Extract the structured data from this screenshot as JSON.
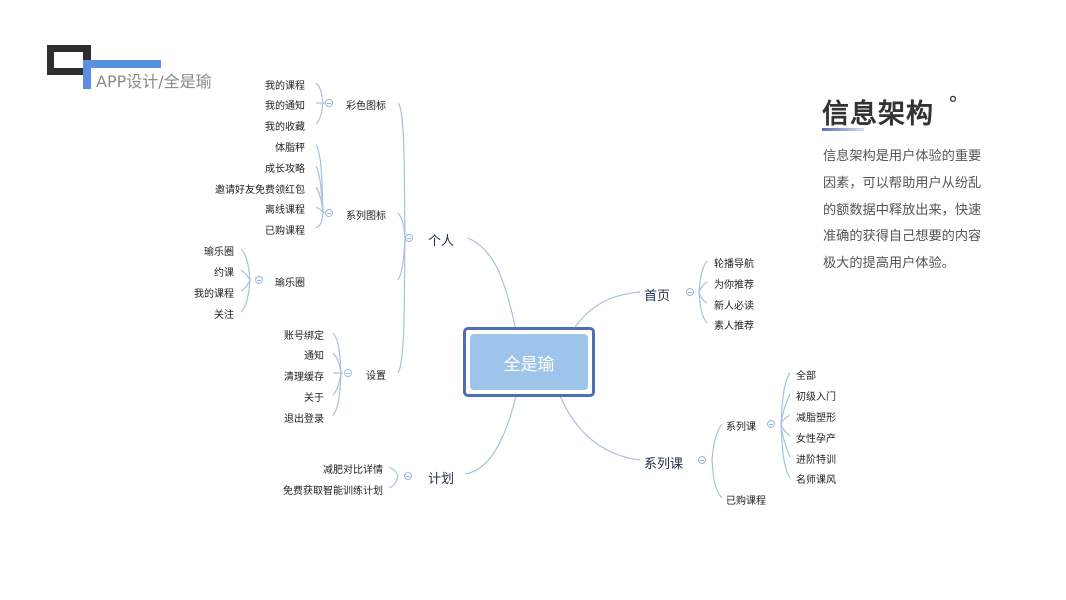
{
  "header": {
    "title": "APP设计/全是瑜"
  },
  "info_panel": {
    "title": "信息架构",
    "title_suffix": "°",
    "body_lines": [
      "信息架构是用户体验的重要",
      "因素，可以帮助用户从纷乱",
      "的额数据中释放出来，快速",
      "准确的获得自己想要的内容",
      "极大的提高用户体验。"
    ]
  },
  "mindmap": {
    "root": "全是瑜",
    "colors": {
      "line": "#a9c1e0",
      "root_border": "#4d6fb5",
      "root_fill": "#9fc4ea",
      "accent": "#5b8fe0"
    },
    "personal": {
      "label": "个人",
      "color_icons": {
        "label": "彩色图标",
        "items": [
          "我的课程",
          "我的通知",
          "我的收藏"
        ]
      },
      "series_icons": {
        "label": "系列图标",
        "items": [
          "体脂秤",
          "成长攻略",
          "邀请好友免费领红包",
          "离线课程",
          "已购课程"
        ]
      },
      "yule_circle": {
        "label": "瑜乐圈",
        "items": [
          "瑜乐圈",
          "约课",
          "我的课程",
          "关注"
        ]
      },
      "settings": {
        "label": "设置",
        "items": [
          "账号绑定",
          "通知",
          "清理缓存",
          "关于",
          "退出登录"
        ]
      }
    },
    "plan": {
      "label": "计划",
      "items": [
        "减肥对比详情",
        "免费获取智能训练计划"
      ]
    },
    "home": {
      "label": "首页",
      "items": [
        "轮播导航",
        "为你推荐",
        "新人必读",
        "素人推荐"
      ]
    },
    "series_course": {
      "label": "系列课",
      "series": {
        "label": "系列课",
        "items": [
          "全部",
          "初级入门",
          "减脂塑形",
          "女性孕产",
          "进阶特训",
          "名师课风"
        ]
      },
      "purchased": {
        "label": "已购课程"
      }
    }
  }
}
